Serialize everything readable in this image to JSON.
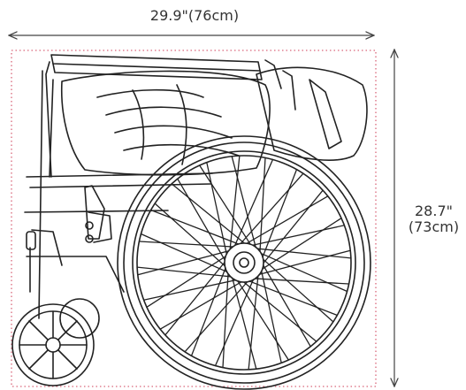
{
  "dimensions": {
    "width_label": "29.9\"(76cm)",
    "height_label_line1": "28.7\"",
    "height_label_line2": "(73cm)"
  },
  "colors": {
    "line": "#222222",
    "arrow": "#444444",
    "bounding_box": "#d9667a",
    "background": "#ffffff"
  },
  "wheel": {
    "spoke_count": 40
  }
}
